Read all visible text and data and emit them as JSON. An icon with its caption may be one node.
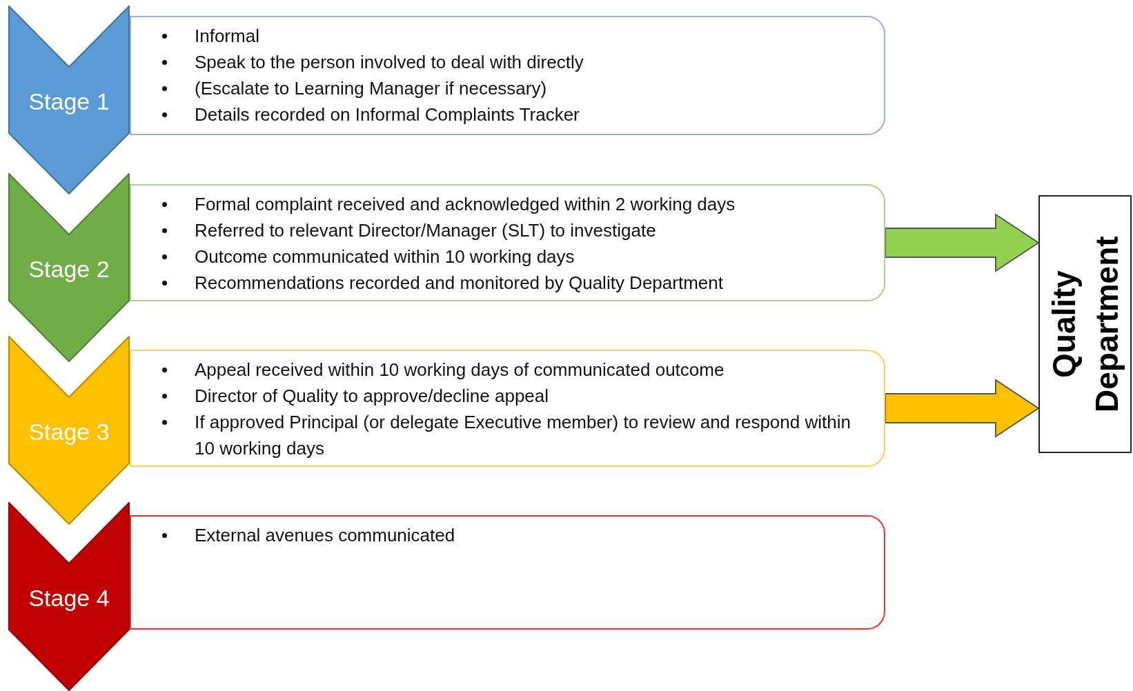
{
  "diagram": {
    "nodes": [
      {
        "text": [
          "Stage 1"
        ]
      },
      {
        "text": [
          "Informal",
          "Speak to the person involved to deal with directly",
          "(Escalate to Learning Manager if necessary)",
          "Details recorded on Informal Complaints Tracker"
        ]
      },
      {
        "text": [
          "Stage 2"
        ]
      },
      {
        "text": [
          "Formal complaint received and acknowledged within 2 working days",
          "Referred to relevant Director/Manager (SLT) to investigate",
          "Outcome communicated within 10 working days",
          "Recommendations recorded and monitored by Quality Department"
        ]
      },
      {
        "text": [
          "Stage 3"
        ]
      },
      {
        "text": [
          "Appeal received within 10 working days of communicated outcome",
          "Director of Quality to approve/decline appeal",
          "If approved Principal (or delegate Executive member) to review and respond within 10 working days"
        ]
      },
      {
        "text": [
          "Stage 4"
        ]
      },
      {
        "text": [
          "External avenues communicated"
        ]
      },
      {
        "text": [
          "Quality Department"
        ]
      }
    ],
    "edges": [
      {
        "from": 3,
        "to": 8,
        "arrow": "to",
        "color": "#92d050"
      },
      {
        "from": 5,
        "to": 8,
        "arrow": "to",
        "color": "#ffc000"
      }
    ]
  }
}
